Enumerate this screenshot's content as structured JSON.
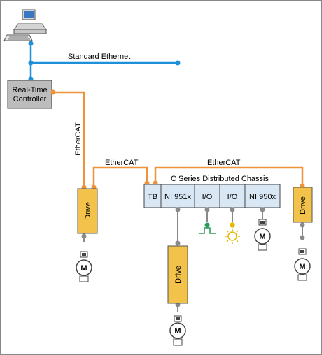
{
  "network": {
    "standard_ethernet_label": "Standard Ethernet"
  },
  "controller": {
    "label_line1": "Real-Time",
    "label_line2": "Controller"
  },
  "links": {
    "ethercat_vertical": "EtherCAT",
    "ethercat_drive_to_chassis": "EtherCAT",
    "ethercat_chassis_to_drive": "EtherCAT"
  },
  "chassis": {
    "title": "C Series Distributed Chassis",
    "modules": [
      "TB",
      "NI 951x",
      "I/O",
      "I/O",
      "NI 950x"
    ]
  },
  "drives": {
    "left_label": "Drive",
    "center_label": "Drive",
    "right_label": "Drive"
  },
  "motor_label": "M",
  "colors": {
    "ethernet_blue": "#1f8fd8",
    "ethercat_orange": "#f0923a",
    "drive_yellow": "#f3c24a",
    "controller_gray": "#bdbdbd",
    "chassis_module_blue": "#d9e6f4"
  }
}
